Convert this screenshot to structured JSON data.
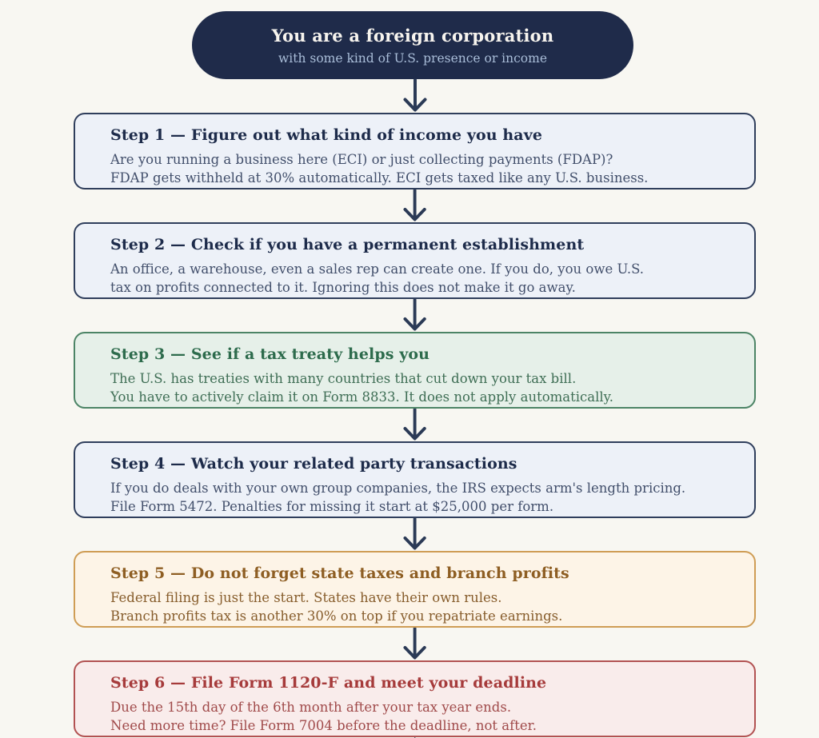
{
  "page": {
    "background": "#f8f7f2"
  },
  "arrow_color": "#2b3a56",
  "start_node": {
    "title": "You are a foreign corporation",
    "subtitle": "with some kind of U.S. presence or income",
    "bg": "#1f2b4a",
    "title_color": "#f7f4ee",
    "subtitle_color": "#a9bdd8"
  },
  "themes": {
    "navy": {
      "bg": "#edf1f8",
      "border": "#2f3e5c",
      "heading": "#1d2b4a",
      "body": "#424f6b"
    },
    "green": {
      "bg": "#e6f0e9",
      "border": "#4c8466",
      "heading": "#2d6b4c",
      "body": "#3f6e55"
    },
    "orange": {
      "bg": "#fdf4e7",
      "border": "#cf9d55",
      "heading": "#8e5e23",
      "body": "#875d2c"
    },
    "red": {
      "bg": "#f9eceb",
      "border": "#b25252",
      "heading": "#a63b3b",
      "body": "#a04a4a"
    }
  },
  "steps": [
    {
      "theme": "navy",
      "title": "Step 1 — Figure out what kind of income you have",
      "line1": "Are you running a business here (ECI) or just collecting payments (FDAP)?",
      "line2": "FDAP gets withheld at 30% automatically. ECI gets taxed like any U.S. business."
    },
    {
      "theme": "navy",
      "title": "Step 2 — Check if you have a permanent establishment",
      "line1": "An office, a warehouse, even a sales rep can create one. If you do, you owe U.S.",
      "line2": "tax on profits connected to it. Ignoring this does not make it go away."
    },
    {
      "theme": "green",
      "title": "Step 3 — See if a tax treaty helps you",
      "line1": "The U.S. has treaties with many countries that cut down your tax bill.",
      "line2": "You have to actively claim it on Form 8833. It does not apply automatically."
    },
    {
      "theme": "navy",
      "title": "Step 4 — Watch your related party transactions",
      "line1": "If you do deals with your own group companies, the IRS expects arm's length pricing.",
      "line2": "File Form 5472. Penalties for missing it start at $25,000 per form."
    },
    {
      "theme": "orange",
      "title": "Step 5 — Do not forget state taxes and branch profits",
      "line1": "Federal filing is just the start. States have their own rules.",
      "line2": "Branch profits tax is another 30% on top if you repatriate earnings."
    },
    {
      "theme": "red",
      "title": "Step 6 — File Form 1120-F and meet your deadline",
      "line1": "Due the 15th day of the 6th month after your tax year ends.",
      "line2": "Need more time? File Form 7004 before the deadline, not after."
    }
  ]
}
